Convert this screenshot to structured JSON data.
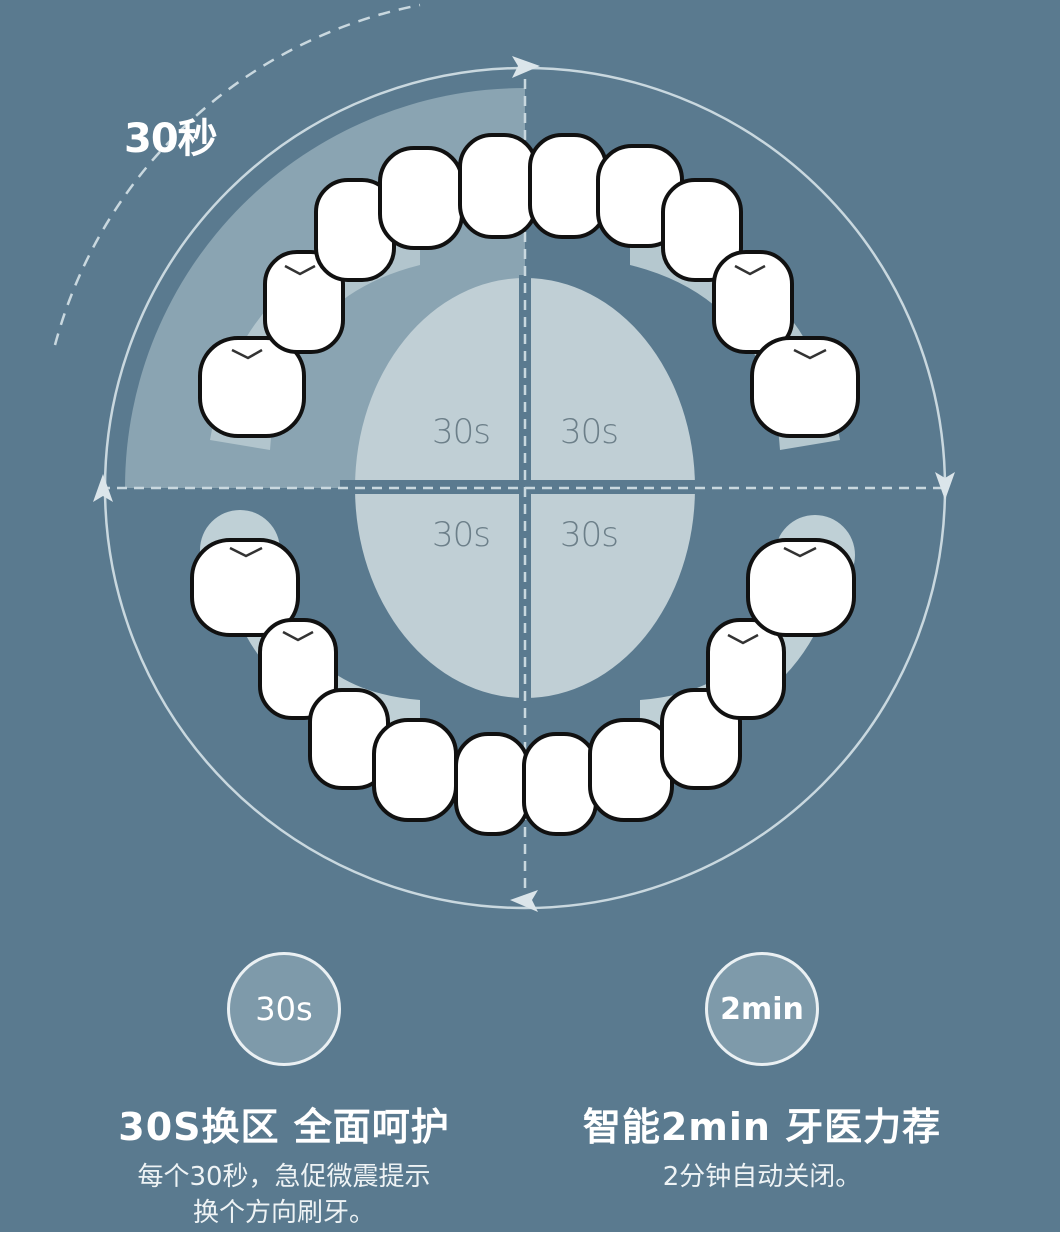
{
  "diagram": {
    "title_label": "30秒",
    "quadrants": [
      {
        "position": "top-left",
        "label": "30s"
      },
      {
        "position": "top-right",
        "label": "30s"
      },
      {
        "position": "bottom-left",
        "label": "30s"
      },
      {
        "position": "bottom-right",
        "label": "30s"
      }
    ],
    "flow_direction": "clockwise",
    "icons": [
      "arrow-right-icon",
      "arrow-down-icon",
      "arrow-left-icon",
      "arrow-up-icon",
      "tooth-icon"
    ],
    "colors": {
      "background": "#5a7a8f",
      "highlight_quadrant": "#8aa4b2",
      "center_oval": "#c0cfd5",
      "gum": "#bfd0d6",
      "tooth_fill": "#ffffff",
      "tooth_stroke": "#111111",
      "guide_line": "#c9d8df"
    }
  },
  "features": [
    {
      "badge": "30s",
      "title": "30S换区 全面呵护",
      "desc_line1": "每个30秒，急促微震提示",
      "desc_line2": "换个方向刷牙。"
    },
    {
      "badge": "2min",
      "title": "智能2min 牙医力荐",
      "desc_line1": "2分钟自动关闭。",
      "desc_line2": ""
    }
  ]
}
